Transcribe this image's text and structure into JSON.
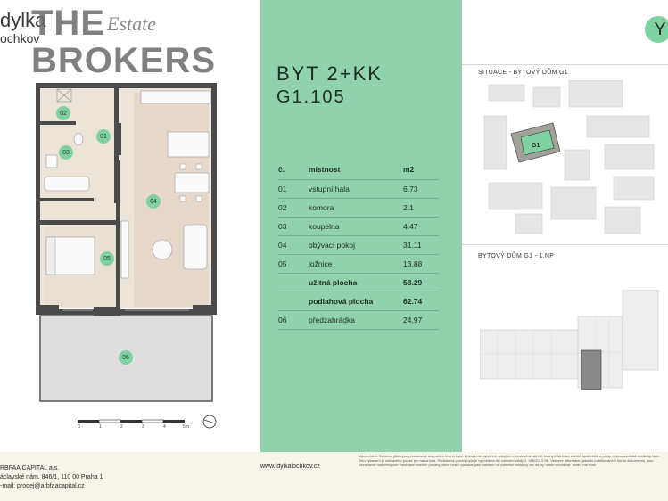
{
  "brand": {
    "line1": "dylka",
    "line2": "ochkov",
    "the": "THE",
    "brokers": "BROKERS",
    "estate": "Estate"
  },
  "plan": {
    "rooms": [
      {
        "id": "01"
      },
      {
        "id": "02"
      },
      {
        "id": "03"
      },
      {
        "id": "04"
      },
      {
        "id": "05"
      },
      {
        "id": "06"
      }
    ],
    "scale_ticks": [
      "0",
      "1",
      "2",
      "3",
      "4",
      "5m"
    ]
  },
  "unit": {
    "title_line1": "BYT 2+KK",
    "title_line2": "G1.105"
  },
  "table": {
    "headers": [
      "č.",
      "místnost",
      "m2"
    ],
    "rows": [
      {
        "no": "01",
        "name": "vstupní hala",
        "area": "6.73"
      },
      {
        "no": "02",
        "name": "komora",
        "area": "2.1"
      },
      {
        "no": "03",
        "name": "koupelna",
        "area": "4.47"
      },
      {
        "no": "04",
        "name": "obývací pokoj",
        "area": "31.11"
      },
      {
        "no": "05",
        "name": "ložnice",
        "area": "13.88"
      },
      {
        "no": "",
        "name": "užitná plocha",
        "area": "58.29",
        "bold": true
      },
      {
        "no": "",
        "name": "podlahová plocha",
        "area": "62.74",
        "bold": true
      },
      {
        "no": "06",
        "name": "předzahrádka",
        "area": "24.97"
      }
    ]
  },
  "right": {
    "badge": "Y",
    "situation_label": "SITUACE - BYTOVÝ DŮM G1",
    "situation_tag": "G1",
    "floor_label": "BYTOVÝ DŮM G1 - 1.NP"
  },
  "footer": {
    "company": "RBFAA CAPITAL a.s.",
    "address": "áclavské nám. 846/1, 110 00 Praha 1",
    "email": "-mail: prodej@arbfaacapital.cz",
    "website": "www.idylkalochkov.cz",
    "note": "Upozornění: Schéma půdorysu představuje dispoziční řešení bytu. Zobrazené vybavení nábytkem, vestavěné skříně, kuchyňská linka včetně spotřebičů a prvky nejsou součástí dodávky bytu. Toto vybavení je zobrazeno pouze pro názornost. Podlahová plocha bytu je vypočtena dle nařízení vlády č. 366/2013 Sb. Veškeré informace, jakožto publikované v tomto dokumentu, jsou nezávazné marketingové informace obecné povahy, které nelze vykládat jako nabídku na uzavření smlouvy ani na její nelze dovolávat. Note: The floor"
  },
  "colors": {
    "green": "#8fd2ad",
    "dot": "#7fd1a2",
    "wall": "#4a4a4a",
    "floor": "#e8ddd2"
  }
}
